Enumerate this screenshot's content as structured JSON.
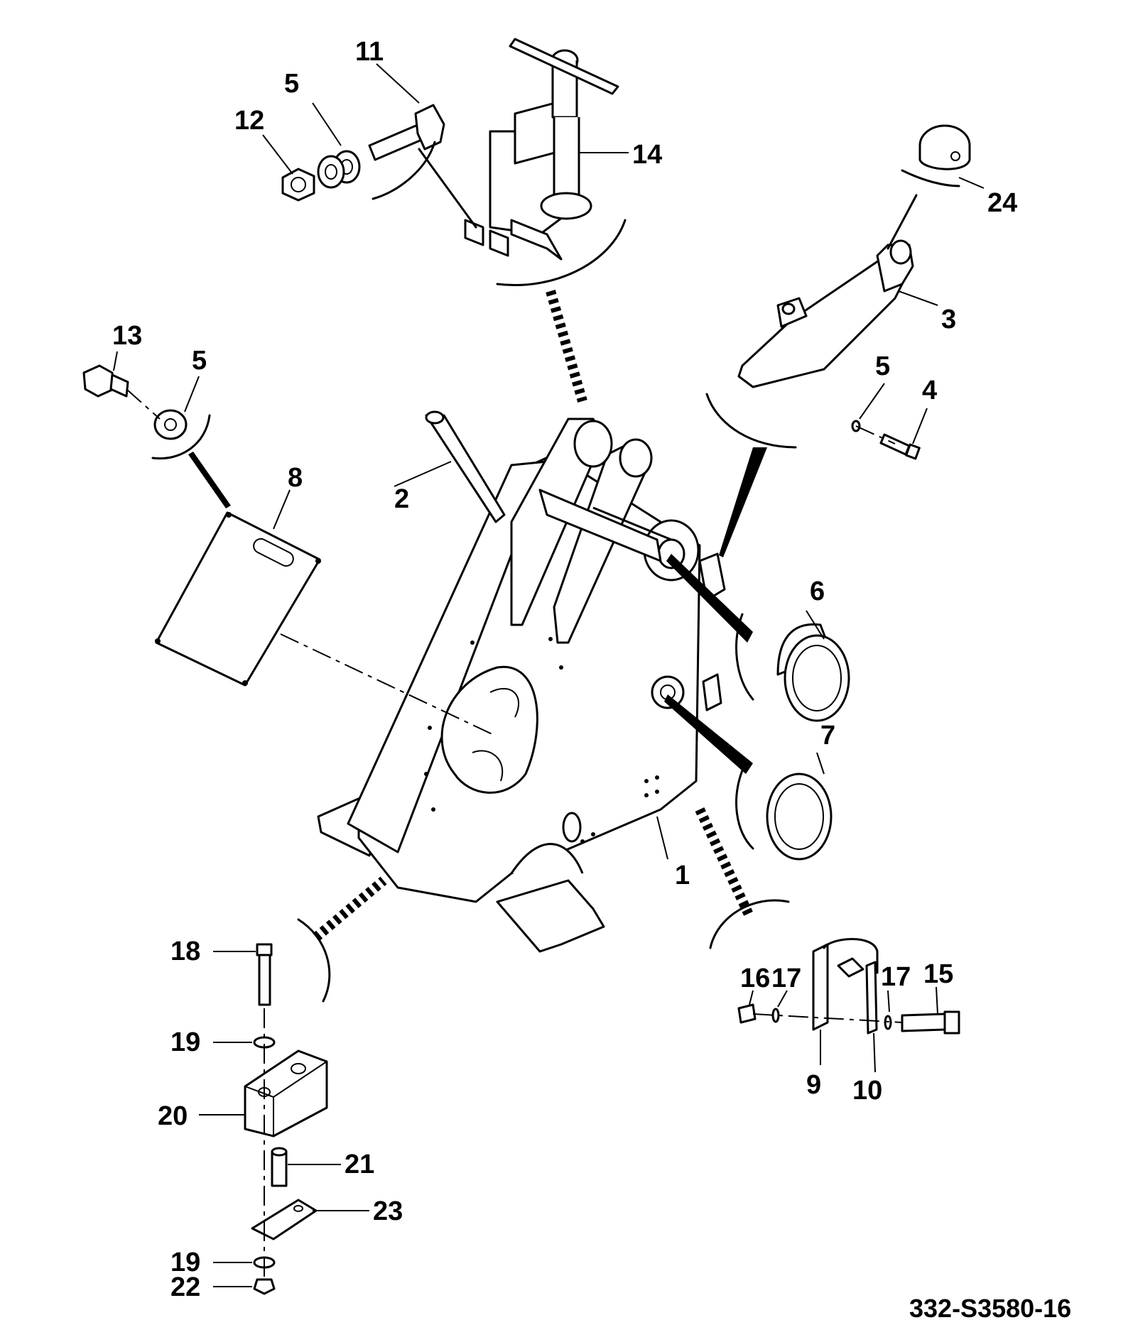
{
  "labels": {
    "p1": "1",
    "p2": "2",
    "p3": "3",
    "p4": "4",
    "p5a": "5",
    "p5b": "5",
    "p5c": "5",
    "p6": "6",
    "p7": "7",
    "p8": "8",
    "p9": "9",
    "p10": "10",
    "p11": "11",
    "p12": "12",
    "p13": "13",
    "p14": "14",
    "p15": "15",
    "p16": "16",
    "p17a": "17",
    "p17b": "17",
    "p18": "18",
    "p19a": "19",
    "p19b": "19",
    "p20": "20",
    "p21": "21",
    "p22": "22",
    "p23": "23",
    "p24": "24"
  },
  "drawing_code": "332-S3580-16"
}
